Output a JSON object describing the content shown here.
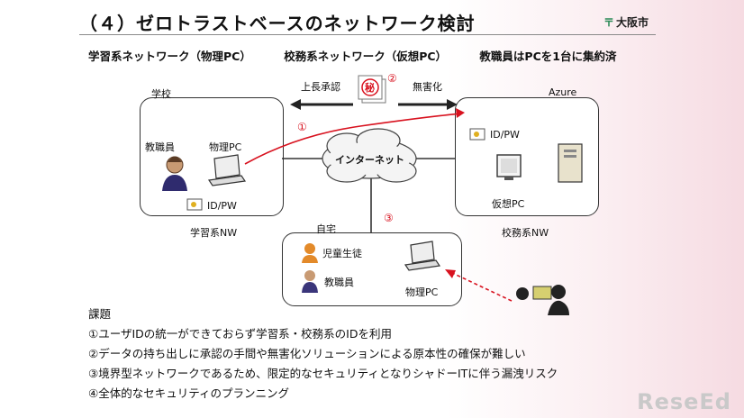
{
  "title": "（４）ゼロトラストベースのネットワーク検討",
  "logo": "大阪市",
  "subtitle": {
    "s1": "学習系ネットワーク（物理PC）",
    "s2": "校務系ネットワーク（仮想PC）",
    "s3": "教職員はPCを1台に集約済"
  },
  "diagram": {
    "school_label": "学校",
    "teacher_label": "教職員",
    "physical_pc_label": "物理PC",
    "idpw_school": "ID/PW",
    "learning_nw": "学習系NW",
    "azure_label": "Azure",
    "idpw_azure": "ID/PW",
    "virtual_pc_label": "仮想PC",
    "admin_nw": "校務系NW",
    "internet_label": "インターネット",
    "home_label": "自宅",
    "student_label": "児童生徒",
    "home_teacher_label": "教職員",
    "home_pc_label": "物理PC",
    "approval_label": "上長承認",
    "sanitize_label": "無害化",
    "secret_char": "秘",
    "marker1": "①",
    "marker2": "②",
    "marker3": "③"
  },
  "issues": {
    "heading": "課題",
    "items": [
      "①ユーザIDの統一ができておらず学習系・校務系のIDを利用",
      "②データの持ち出しに承認の手間や無害化ソリューションによる原本性の確保が難しい",
      "③境界型ネットワークであるため、限定的なセキュリティとなりシャドーITに伴う漏洩リスク",
      "④全体的なセキュリティのプランニング"
    ]
  },
  "watermark": "ReseEd",
  "colors": {
    "accent_red": "#d8121f",
    "internet_cloud": "#f5f5f5"
  }
}
